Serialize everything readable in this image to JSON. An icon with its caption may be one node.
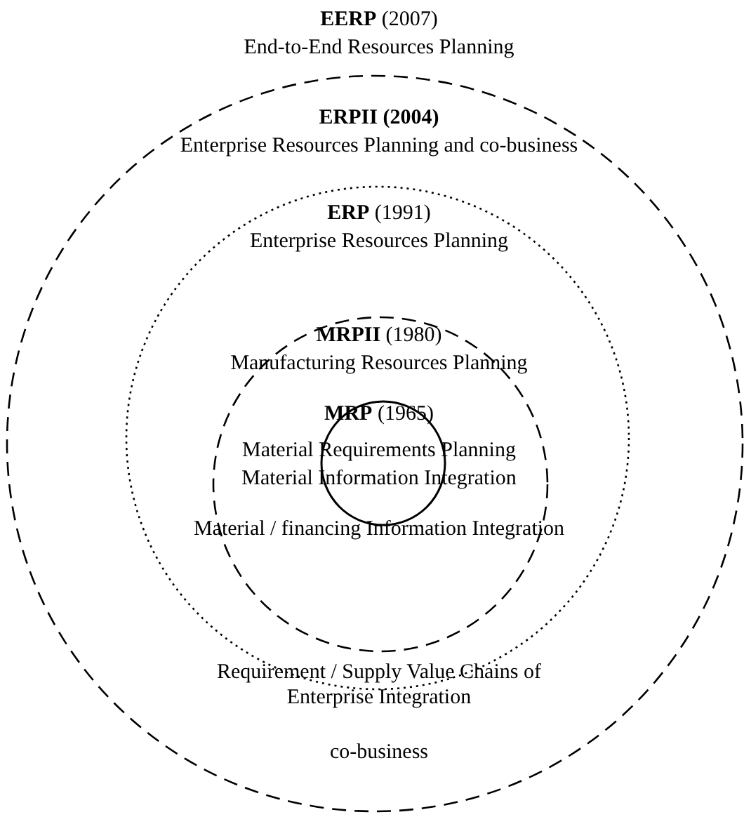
{
  "diagram": {
    "nodes": [
      {
        "text": [
          "**EERP** (2007)",
          "End-to-End Resources Planning",
          "co-business"
        ]
      },
      {
        "text": [
          "ERPII (2004)",
          "Enterprise Resources Planning and co-business",
          "Requirement / Supply Value Chains of Enterprise Integration"
        ],
        "in": 0
      },
      {
        "text": [
          "**ERP** (1991)",
          "Enterprise Resources Planning",
          "Material / financing Information Integration"
        ],
        "in": 1
      },
      {
        "text": [
          "**MRPII** (1980)",
          "Manufacturing Resources Planning",
          "**MRP** (1965)",
          "Material Requirements Planning",
          "Material Information Integration"
        ],
        "in": 2
      }
    ],
    "edges": []
  }
}
